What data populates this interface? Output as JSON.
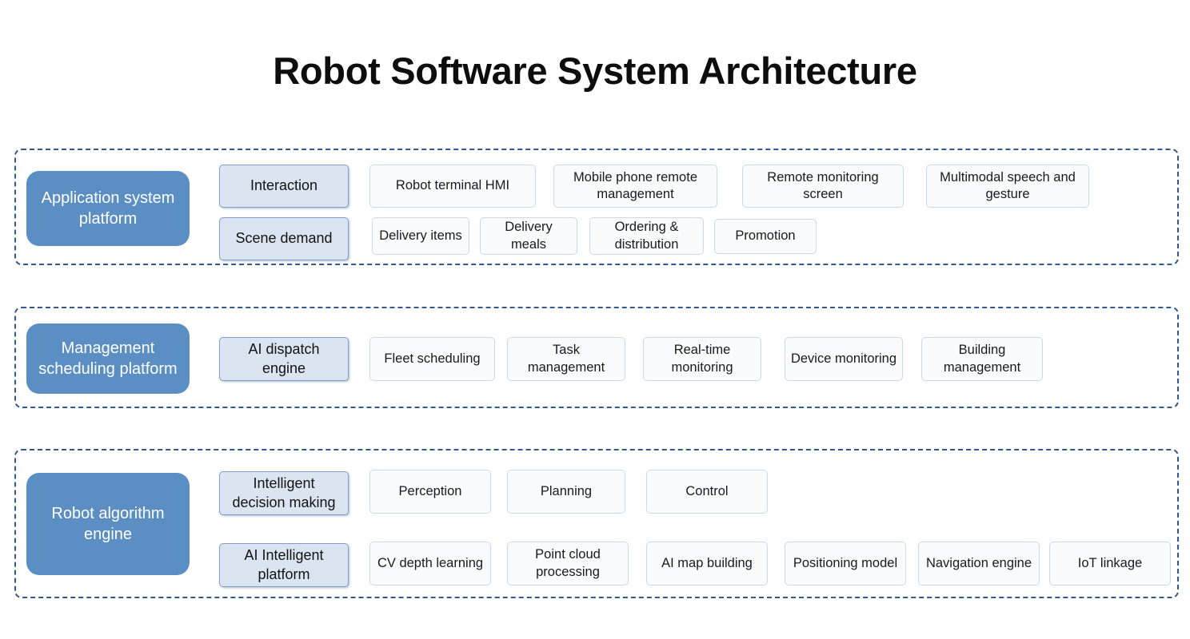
{
  "title": "Robot Software System Architecture",
  "colors": {
    "platform_fill": "#5b8fc4",
    "platform_text": "#ffffff",
    "category_fill": "#dbe5f1",
    "category_border": "#7e9fc6",
    "item_fill": "#fafbfd",
    "item_border": "#ccd9e8",
    "layer_border": "#31588f",
    "background": "#ffffff"
  },
  "layers": [
    {
      "id": "application-system-platform",
      "platform_label": "Application system platform",
      "rows": [
        {
          "category": "Interaction",
          "items": [
            "Robot terminal HMI",
            "Mobile phone remote management",
            "Remote monitoring screen",
            "Multimodal speech and gesture"
          ]
        },
        {
          "category": "Scene demand",
          "items": [
            "Delivery items",
            "Delivery meals",
            "Ordering & distribution",
            "Promotion"
          ]
        }
      ]
    },
    {
      "id": "management-scheduling-platform",
      "platform_label": "Management scheduling platform",
      "rows": [
        {
          "category": "AI dispatch engine",
          "items": [
            "Fleet scheduling",
            "Task management",
            "Real-time monitoring",
            "Device monitoring",
            "Building management"
          ]
        }
      ]
    },
    {
      "id": "robot-algorithm-engine",
      "platform_label": "Robot algorithm engine",
      "rows": [
        {
          "category": "Intelligent decision making",
          "items": [
            "Perception",
            "Planning",
            "Control"
          ]
        },
        {
          "category": "AI Intelligent platform",
          "items": [
            "CV depth learning",
            "Point cloud processing",
            "AI map building",
            "Positioning model",
            "Navigation engine",
            "IoT linkage"
          ]
        }
      ]
    }
  ]
}
